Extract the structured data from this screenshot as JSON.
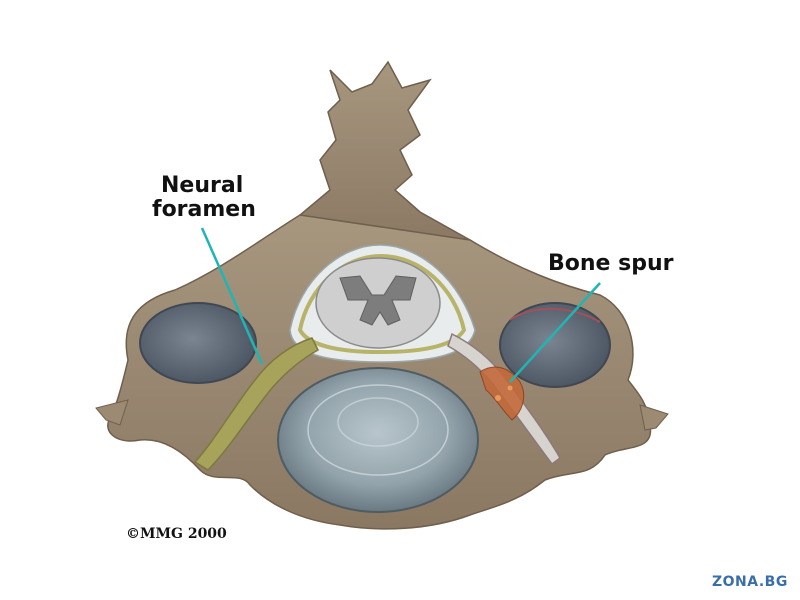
{
  "labels": {
    "neural_foramen_line1": "Neural",
    "neural_foramen_line2": "foramen",
    "bone_spur": "Bone spur"
  },
  "copyright": "©MMG 2000",
  "watermark": "ZONA.BG",
  "colors": {
    "bone": "#9c8a73",
    "bone_dark": "#6f5f4c",
    "disc": "#8e9ea6",
    "facet": "#5d6874",
    "cord": "#c9c9c9",
    "grey_matter": "#7d7d7d",
    "nerve": "#a7a35a",
    "pointer": "#1fb5b5",
    "spur": "#c26a3a"
  }
}
